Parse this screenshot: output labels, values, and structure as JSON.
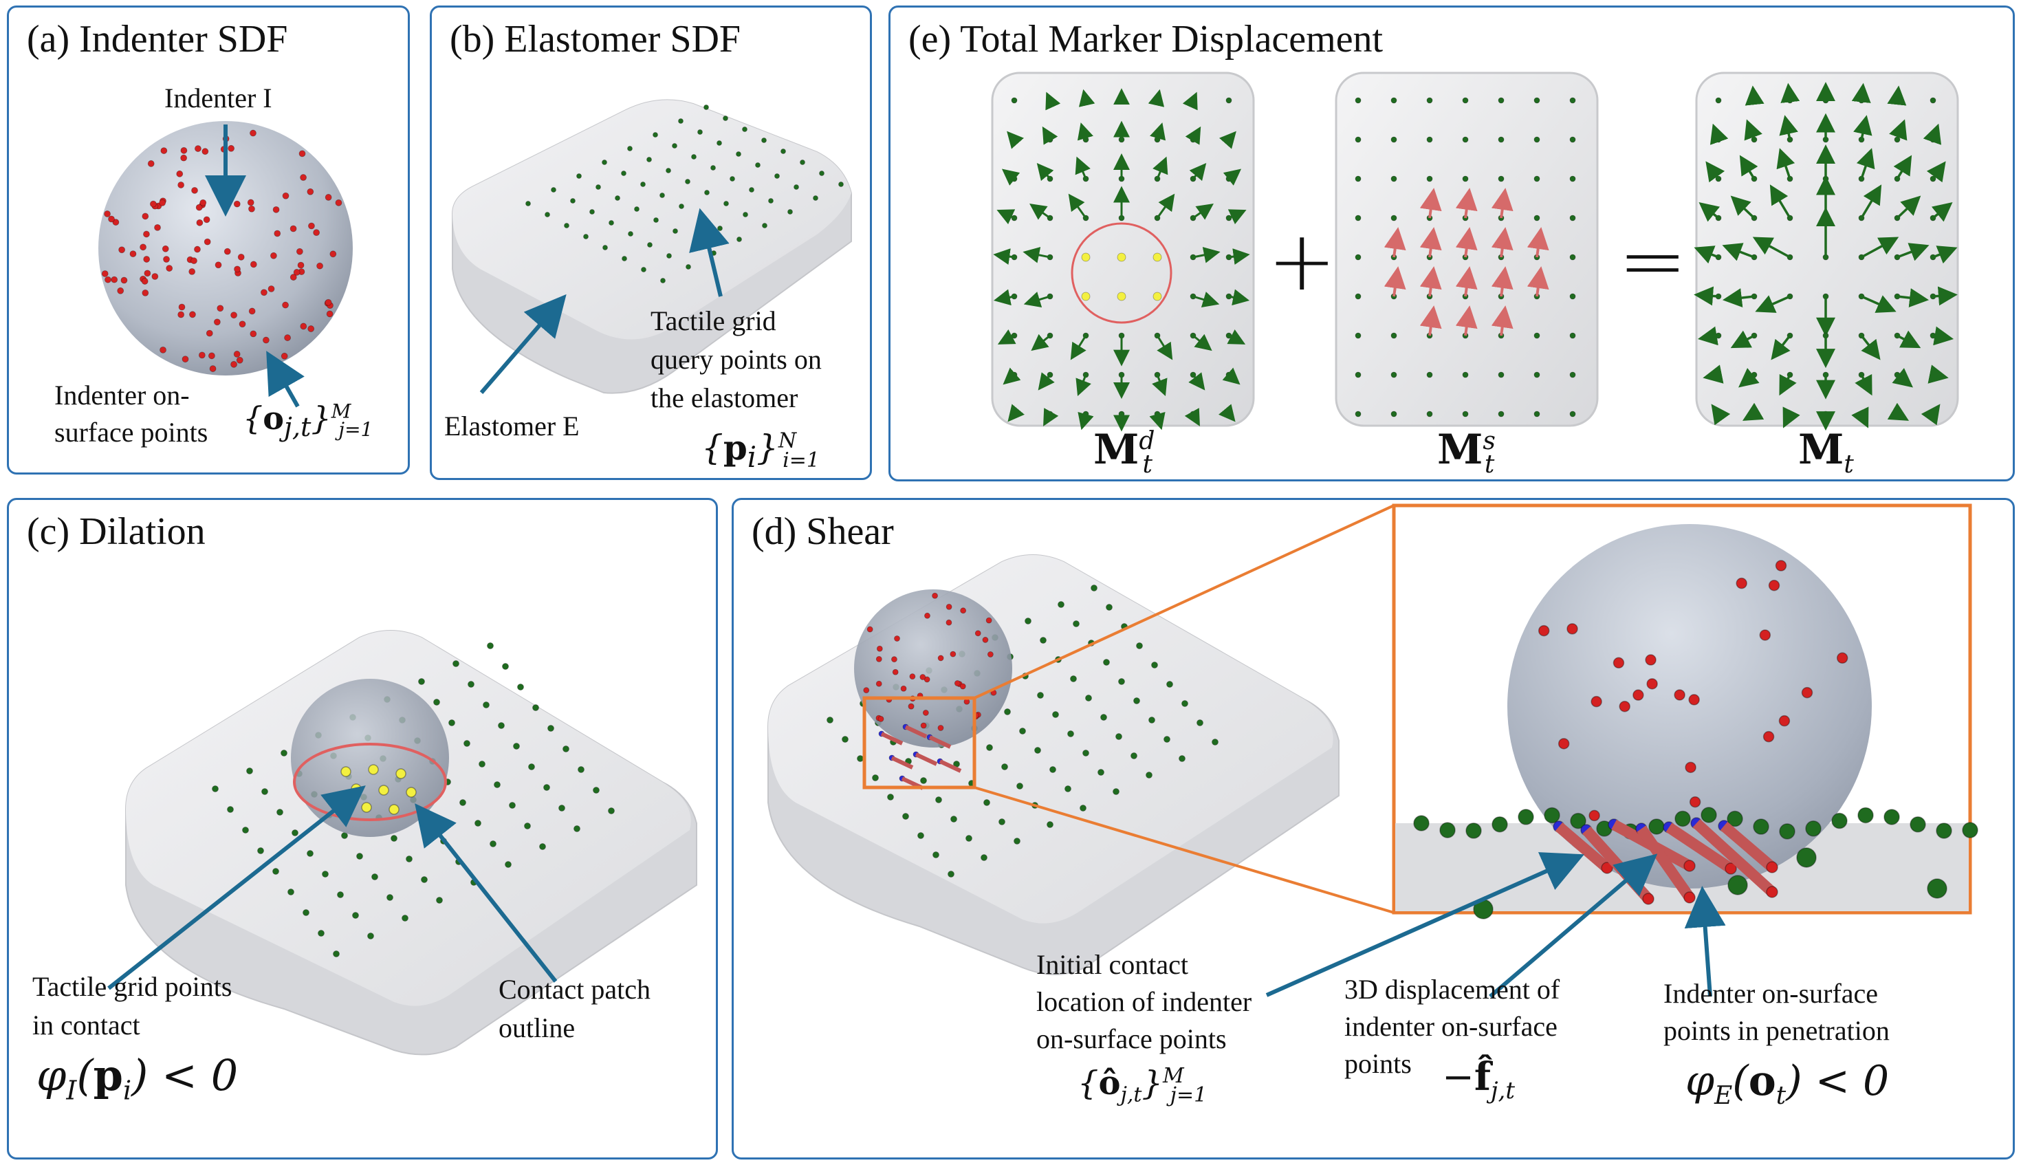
{
  "panels": {
    "a": {
      "title": "(a)  Indenter SDF",
      "indenter_label": "Indenter I",
      "points_label_line1": "Indenter on-",
      "points_label_line2": "surface points",
      "points_math": "{o_{j,t}}_{j=1}^M"
    },
    "b": {
      "title": "(b)  Elastomer SDF",
      "elastomer_label": "Elastomer E",
      "grid_label_line1": "Tactile grid",
      "grid_label_line2": "query points on",
      "grid_label_line3": "the elastomer",
      "grid_math": "{p_i}_{i=1}^N"
    },
    "c": {
      "title": "(c)  Dilation",
      "contact_points_line1": "Tactile grid points",
      "contact_points_line2": "in contact",
      "contact_math": "φ_I(p_i) < 0",
      "outline_line1": "Contact patch",
      "outline_line2": "outline"
    },
    "d": {
      "title": "(d)  Shear",
      "initial_line1": "Initial contact",
      "initial_line2": "location of indenter",
      "initial_line3": "on-surface points",
      "initial_math": "{ô_{j,t}}_{j=1}^M",
      "disp_line1": "3D displacement of",
      "disp_line2": "indenter on-surface",
      "disp_line3": "points",
      "disp_math": "−f̂_{j,t}",
      "pen_line1": "Indenter on-surface",
      "pen_line2": "points in penetration",
      "pen_math": "φ_E(o_t) < 0"
    },
    "e": {
      "title": "(e)  Total Marker Displacement",
      "term1": "M_t^d",
      "plus": "+",
      "term2": "M_t^s",
      "equals": "=",
      "term3": "M_t"
    }
  },
  "colors": {
    "frame": "#2f72b3",
    "arrow": "#1c6a91",
    "red_point": "#d42121",
    "green_point": "#1f6b1f",
    "yellow_point": "#f3f040",
    "contact_outline": "#e06060",
    "shear_arrow": "#c25555",
    "zoom_box": "#ea7d33"
  }
}
